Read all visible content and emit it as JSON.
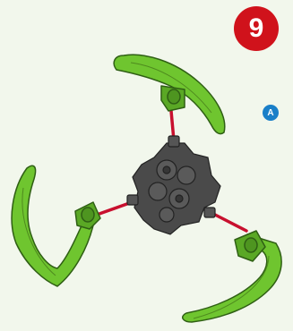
{
  "step": {
    "number": "9"
  },
  "marker": {
    "label": "A"
  },
  "colors": {
    "background": "#f2f7ec",
    "arm_green": "#6fc52f",
    "arm_outline": "#2f5f14",
    "hub_gray": "#4a4a4a",
    "connector_red": "#c8102e",
    "badge_red": "#d0121b",
    "marker_blue": "#1a7fc8"
  },
  "icons": [
    "curved-arm-piece",
    "hub-connector",
    "assembly-line"
  ]
}
